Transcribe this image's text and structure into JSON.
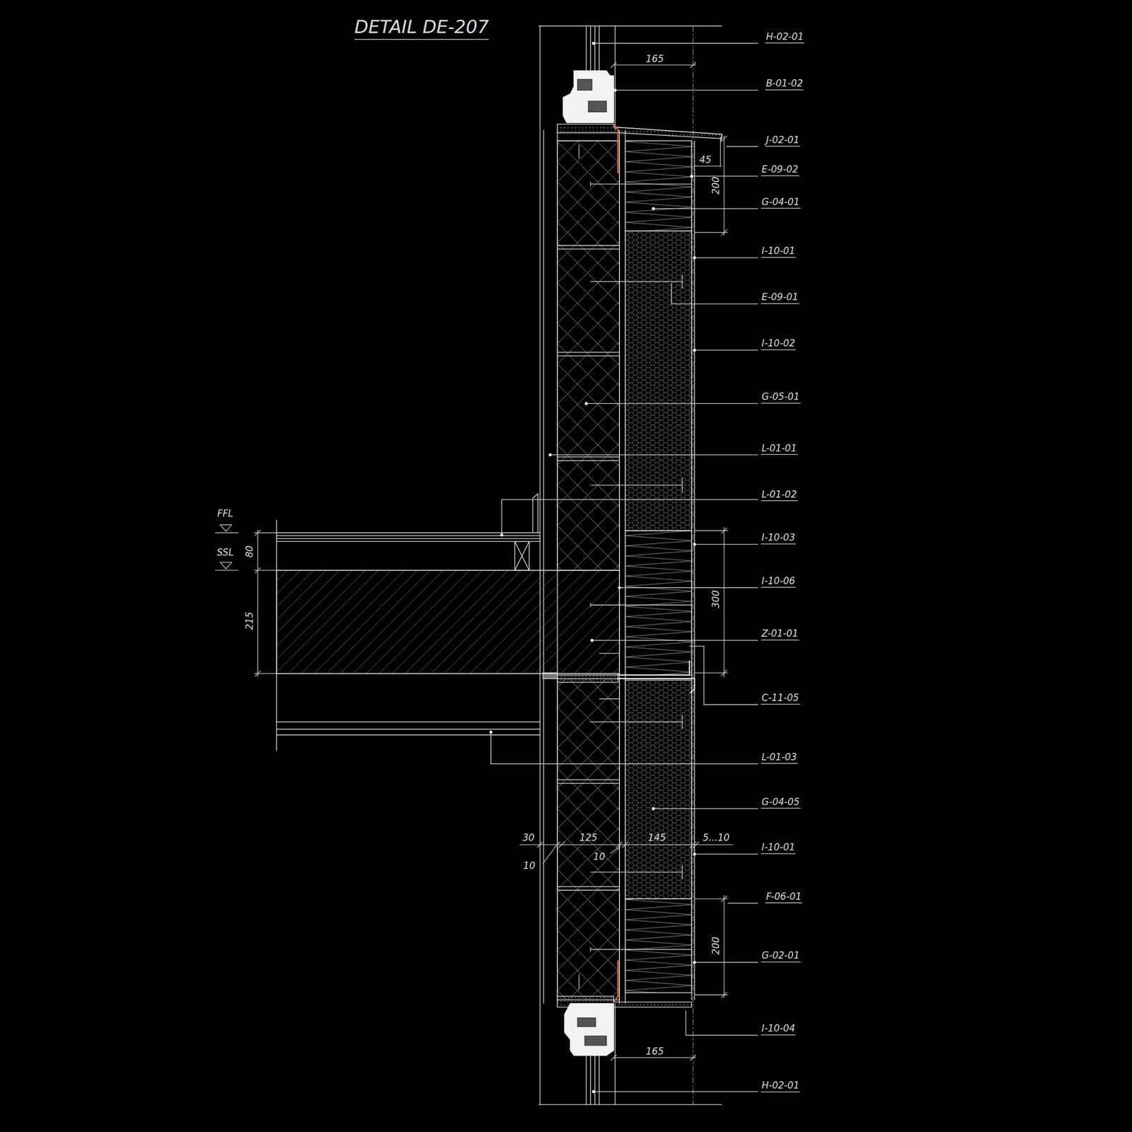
{
  "diagram": {
    "title": "DETAIL DE-207",
    "labels": [
      "H-02-01",
      "B-01-02",
      "J-02-01",
      "E-09-02",
      "G-04-01",
      "I-10-01",
      "E-09-01",
      "I-10-02",
      "G-05-01",
      "L-01-01",
      "L-01-02",
      "I-10-03",
      "I-10-06",
      "Z-01-01",
      "C-11-05",
      "L-01-03",
      "G-04-05",
      "I-10-01",
      "F-06-01",
      "G-02-01",
      "I-10-04",
      "H-02-01",
      "165",
      "45",
      "200",
      "300",
      "200",
      "165",
      "FFL",
      "SSL",
      "80",
      "215",
      "30",
      "125",
      "145",
      "5...10",
      "10",
      "10"
    ]
  }
}
